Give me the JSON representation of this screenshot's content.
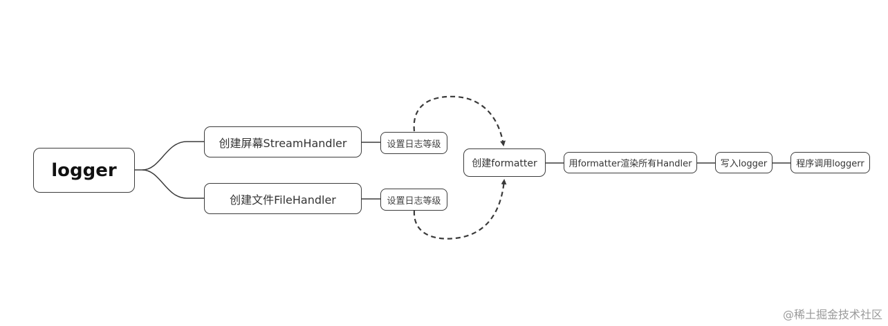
{
  "diagram": {
    "root_label": "logger",
    "stream_handler_label": "创建屏幕StreamHandler",
    "file_handler_label": "创建文件FileHandler",
    "set_level_label_1": "设置日志等级",
    "set_level_label_2": "设置日志等级",
    "create_formatter_label": "创建formatter",
    "render_handlers_label": "用formatter渲染所有Handler",
    "write_logger_label": "写入logger",
    "program_call_label": "程序调用loggerr"
  },
  "watermark": "@稀土掘金技术社区",
  "colors": {
    "line": "#3a3a3a",
    "background": "#ffffff",
    "watermark": "#9a9a9a"
  }
}
